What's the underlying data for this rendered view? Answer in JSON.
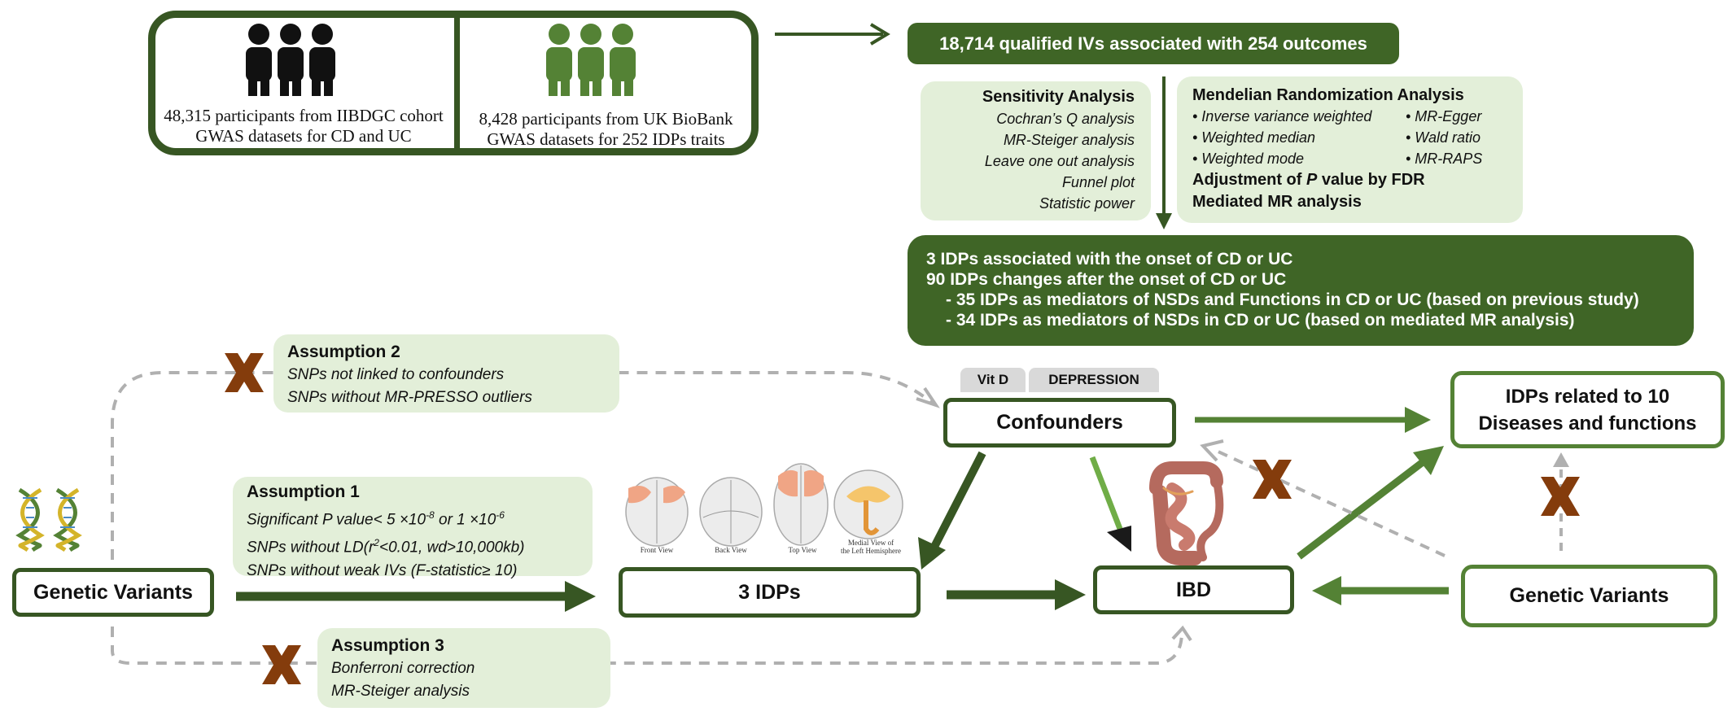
{
  "sources": {
    "left_caption": [
      "48,315 participants from IIBDGC cohort",
      "GWAS datasets for CD and UC"
    ],
    "right_caption": [
      "8,428 participants from  UK BioBank",
      "GWAS datasets for  252 IDPs traits"
    ]
  },
  "qualified_ivs": "18,714 qualified IVs associated with 254 outcomes",
  "sensitivity": {
    "title": "Sensitivity Analysis",
    "items": [
      "Cochran’s Q analysis",
      "MR-Steiger analysis",
      "Leave one out analysis",
      "Funnel plot",
      "Statistic power"
    ]
  },
  "mr_analysis": {
    "title": "Mendelian Randomization Analysis",
    "methods_col1": [
      "• Inverse variance weighted",
      "• Weighted median",
      "• Weighted mode"
    ],
    "methods_col2": [
      "• MR-Egger",
      "• Wald ratio",
      "• MR-RAPS"
    ],
    "fdr_pre": "Adjustment of ",
    "fdr_p": "P",
    "fdr_post": " value by FDR",
    "mediated": "Mediated MR analysis"
  },
  "results": {
    "lines": [
      "3 IDPs associated with the onset of CD or UC",
      "90 IDPs changes after the onset of CD or UC"
    ],
    "sub_lines": [
      "- 35 IDPs as mediators of NSDs and Functions in CD or UC (based on previous study)",
      "- 34 IDPs as mediators of NSDs in CD or UC (based on mediated MR analysis)"
    ]
  },
  "assumption2": {
    "title": "Assumption 2",
    "items": [
      "SNPs not linked to confounders",
      "SNPs without MR-PRESSO outliers"
    ]
  },
  "assumption1": {
    "title": "Assumption 1",
    "line1_pre": "Significant P value< 5 ×10",
    "line1_sup1": "-8",
    "line1_mid": " or 1 ×10",
    "line1_sup2": "-6",
    "line2_pre": "SNPs without LD(r",
    "line2_sup": "2",
    "line2_post": "<0.01, wd>10,000kb)",
    "line3": "SNPs without weak IVs (F-statistic≥ 10)"
  },
  "assumption3": {
    "title": "Assumption 3",
    "items": [
      "Bonferroni correction",
      "MR-Steiger analysis"
    ]
  },
  "nodes": {
    "genetic_variants_left": "Genetic Variants",
    "idps3": "3 IDPs",
    "ibd": "IBD",
    "confounders": "Confounders",
    "idps10": [
      "IDPs related to 10",
      "Diseases and functions"
    ],
    "genetic_variants_right": "Genetic Variants"
  },
  "confounder_tabs": [
    "Vit D",
    "DEPRESSION"
  ],
  "brain_views": [
    "Front View",
    "Back View",
    "Top View",
    "Medial View of",
    "the Left Hemisphere"
  ],
  "colors": {
    "dark_green": "#375623",
    "mid_green": "#548235",
    "light_panel": "#e3efd9",
    "cross_brown": "#843c0c",
    "dashed_gray": "#b0b0b0"
  }
}
